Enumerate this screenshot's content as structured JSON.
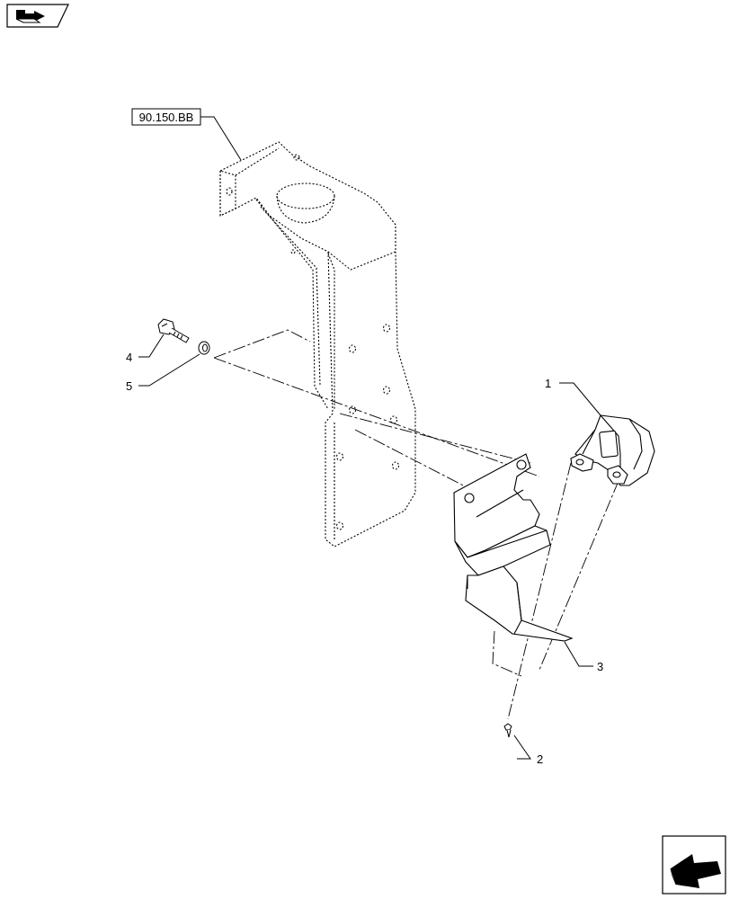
{
  "reference_tag": "90.150.BB",
  "callouts": [
    {
      "id": "1",
      "text": "1"
    },
    {
      "id": "2",
      "text": "2"
    },
    {
      "id": "3",
      "text": "3"
    },
    {
      "id": "4",
      "text": "4"
    },
    {
      "id": "5",
      "text": "5"
    }
  ],
  "icons": {
    "top_left": "flip-book-icon",
    "bottom_right": "next-page-arrow-icon"
  },
  "colors": {
    "line": "#000000",
    "background": "#ffffff"
  }
}
